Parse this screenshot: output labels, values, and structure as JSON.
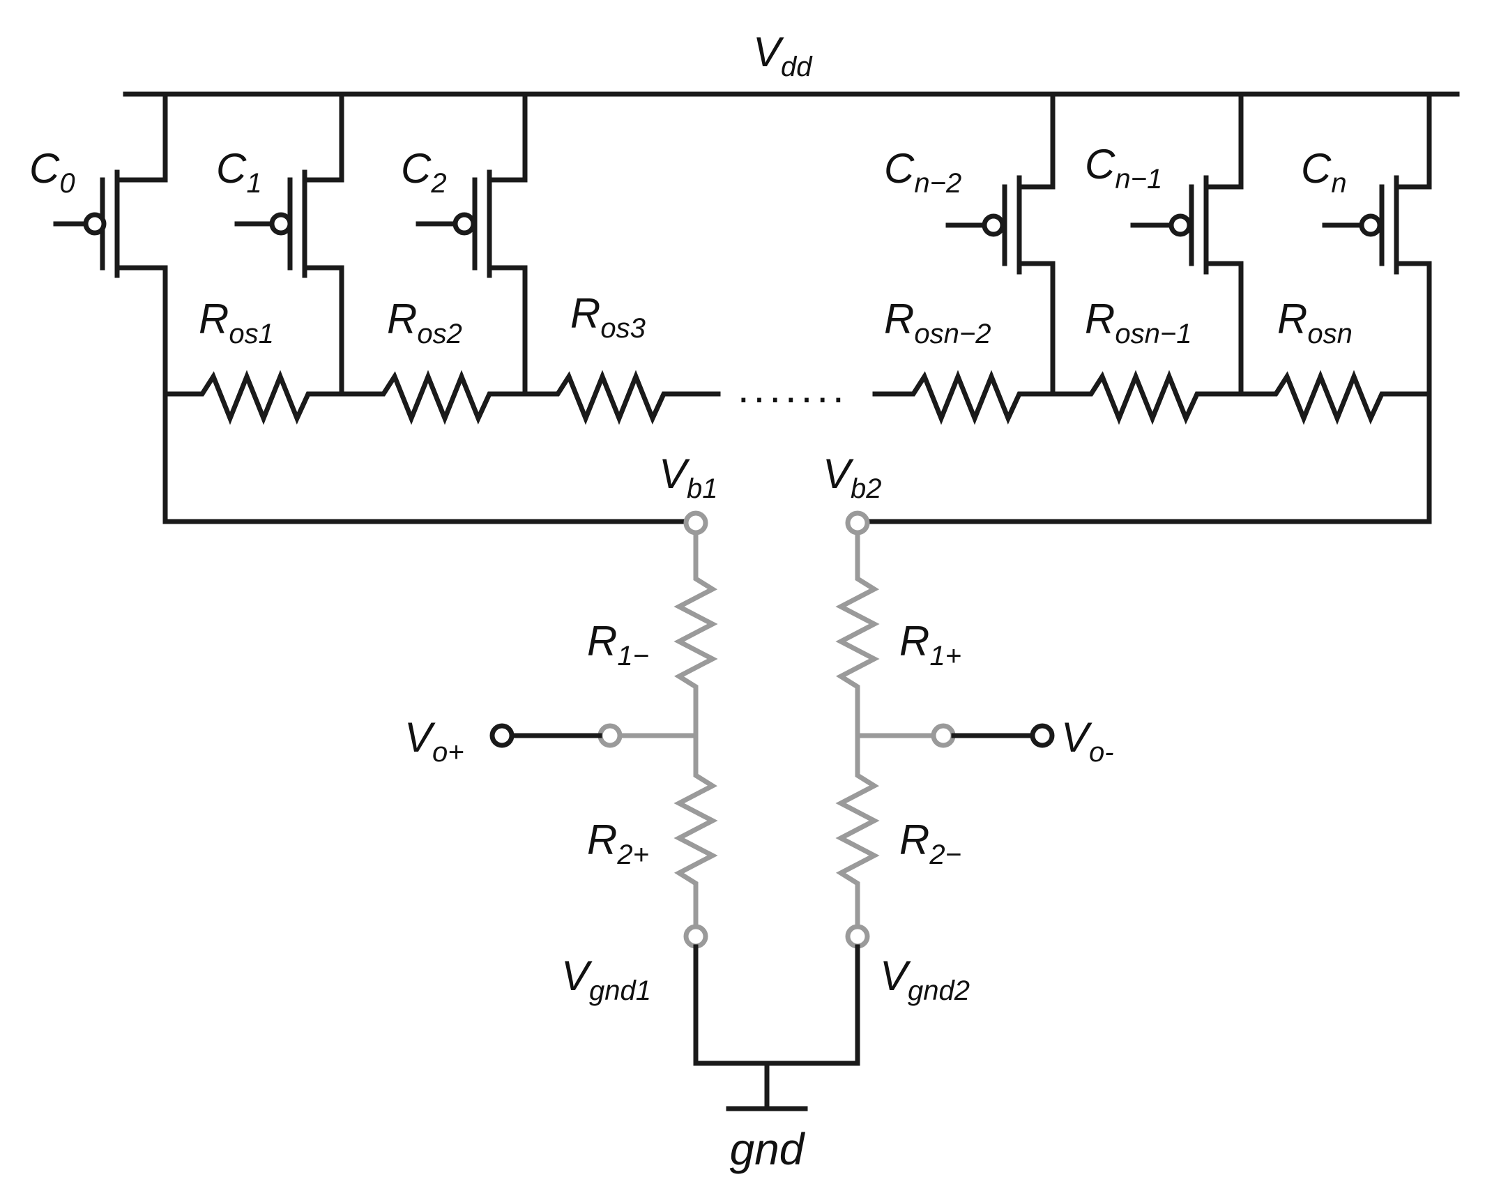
{
  "labels": {
    "vdd": {
      "main": "V",
      "sub": "dd"
    },
    "c0": {
      "main": "C",
      "sub": "0"
    },
    "c1": {
      "main": "C",
      "sub": "1"
    },
    "c2": {
      "main": "C",
      "sub": "2"
    },
    "cn2": {
      "main": "C",
      "sub": "n−2"
    },
    "cn1": {
      "main": "C",
      "sub": "n−1"
    },
    "cn": {
      "main": "C",
      "sub": "n"
    },
    "ros1": {
      "main": "R",
      "sub": "os1"
    },
    "ros2": {
      "main": "R",
      "sub": "os2"
    },
    "ros3": {
      "main": "R",
      "sub": "os3"
    },
    "rosn2": {
      "main": "R",
      "sub": "osn−2"
    },
    "rosn1": {
      "main": "R",
      "sub": "osn−1"
    },
    "rosn": {
      "main": "R",
      "sub": "osn"
    },
    "dots": ".......",
    "vb1": {
      "main": "V",
      "sub": "b1"
    },
    "vb2": {
      "main": "V",
      "sub": "b2"
    },
    "r1m": {
      "main": "R",
      "sub": "1−"
    },
    "r1p": {
      "main": "R",
      "sub": "1+"
    },
    "r2p": {
      "main": "R",
      "sub": "2+"
    },
    "r2m": {
      "main": "R",
      "sub": "2−"
    },
    "vop": {
      "main": "V",
      "sub": "o+"
    },
    "vom": {
      "main": "V",
      "sub": "o-"
    },
    "vgnd1": {
      "main": "V",
      "sub": "gnd1"
    },
    "vgnd2": {
      "main": "V",
      "sub": "gnd2"
    },
    "gnd": "gnd"
  },
  "colors": {
    "wire": "#1a1a1a",
    "bridge": "#9a9a9a"
  }
}
